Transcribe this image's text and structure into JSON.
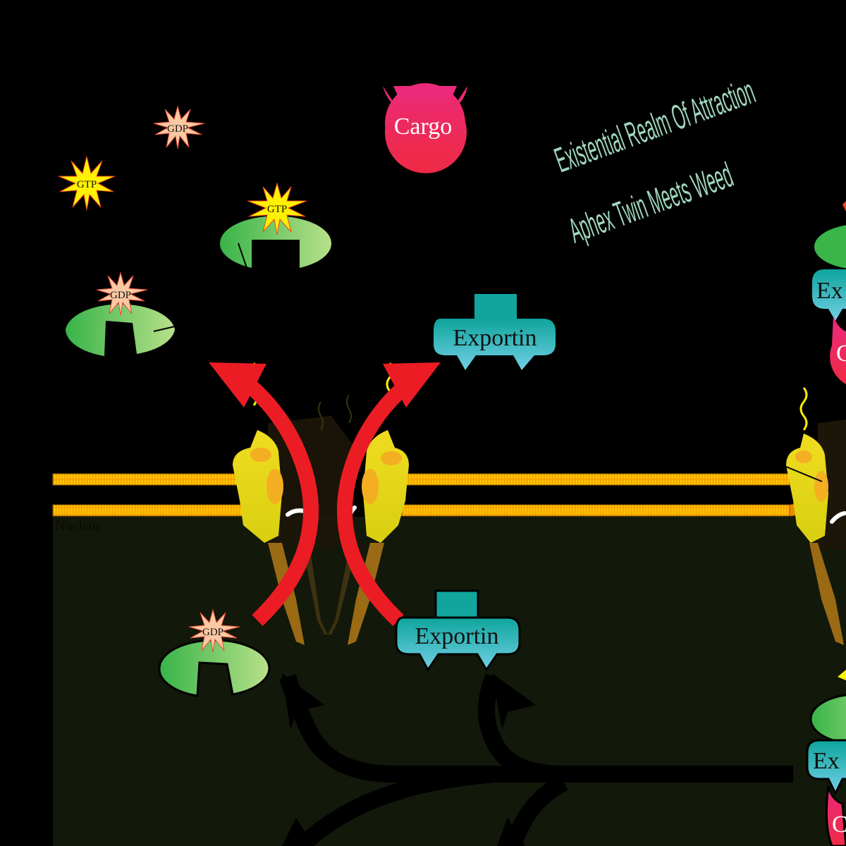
{
  "diagram": {
    "title": "Nuclear export cycle",
    "overlay_text": {
      "line1": "Existential Realm Of Attraction",
      "line2": "Aphex Twin Meets Weed"
    },
    "compartments": {
      "nucleus_label": "Nucleus"
    },
    "nucleotides": {
      "gtp": "GTP",
      "gdp": "GDP"
    },
    "proteins": {
      "cargo": "Cargo",
      "exportin": "Exportin",
      "exportin_partial": "Ex",
      "cargo_partial": "C"
    },
    "colors": {
      "background": "#000000",
      "nucleoplasm": "#12180a",
      "membrane": "#f5a000",
      "arrow_red": "#ec1c24",
      "ran_green_dark": "#3ab54a",
      "ran_green_light": "#b5df85",
      "exportin_dark": "#0ea49b",
      "exportin_light": "#6dcde3",
      "cargo_pink": "#ed2a7b",
      "gtp_yellow": "#fff200",
      "gdp_peach": "#f9c9a3",
      "overlay_text": "#9fd6bd"
    }
  }
}
